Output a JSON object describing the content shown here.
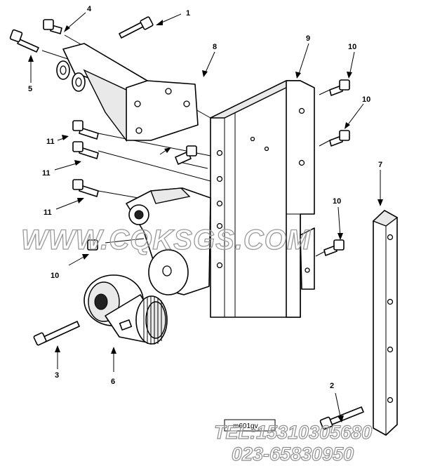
{
  "callouts": [
    {
      "key": "c1",
      "label": "1"
    },
    {
      "key": "c2",
      "label": "2"
    },
    {
      "key": "c3",
      "label": "3"
    },
    {
      "key": "c4",
      "label": "4"
    },
    {
      "key": "c5",
      "label": "5"
    },
    {
      "key": "c6",
      "label": "6"
    },
    {
      "key": "c7",
      "label": "7"
    },
    {
      "key": "c8",
      "label": "8"
    },
    {
      "key": "c9",
      "label": "9"
    },
    {
      "key": "c10a",
      "label": "10"
    },
    {
      "key": "c10b",
      "label": "10"
    },
    {
      "key": "c10c",
      "label": "10"
    },
    {
      "key": "c10d",
      "label": "10"
    },
    {
      "key": "c11a",
      "label": "11"
    },
    {
      "key": "c11b",
      "label": "11"
    },
    {
      "key": "c11c",
      "label": "11"
    }
  ],
  "watermark": {
    "site": "WWW.CQKSGS.COM",
    "phone1": "TEL:15310305680",
    "phone2": "023-65830950"
  },
  "figure_id": "m601gv"
}
